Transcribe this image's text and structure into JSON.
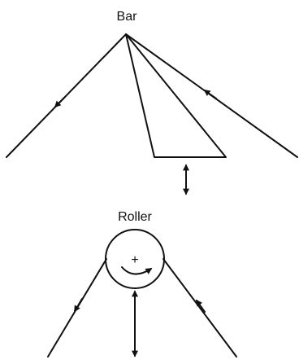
{
  "diagram": {
    "bar_label": "Bar",
    "roller_label": "Roller",
    "roller_center_symbol": "+",
    "line_color": "#111111",
    "background_color": "#ffffff",
    "icons": {
      "flow_arrow": "arrowhead",
      "adjust_arrow": "double-headed-arrow",
      "rotation_arrow": "curved-arrow"
    }
  }
}
